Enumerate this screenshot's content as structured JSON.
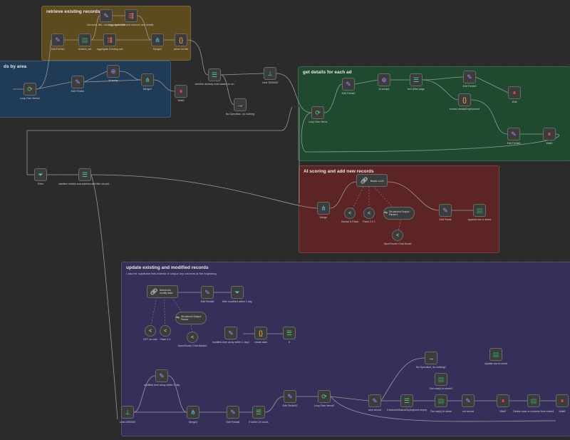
{
  "groups": {
    "retrieve": {
      "title": "retrieve existing records"
    },
    "area": {
      "title": "ds by area"
    },
    "details": {
      "title": "get details for each ad"
    },
    "ai": {
      "title": "AI scoring and add new records"
    },
    "update": {
      "title": "update existing and modified records",
      "subtitle": "• also for supabase lists instead of unique key columns at the beginning"
    }
  },
  "nodes": {
    "edit_fields": {
      "label": "Edit Fields4"
    },
    "retrieve_set": {
      "label": "retrieve_set"
    },
    "agg_title": {
      "label": "Job area, title, columns, and detail"
    },
    "agg_details": {
      "label": "Aggregate title and columns and details"
    },
    "agg_existing": {
      "label": "Aggregate Existing ads"
    },
    "merge2": {
      "label": "Merge2"
    },
    "parse_json": {
      "label": "parse ext file"
    },
    "loop_area": {
      "label": "Loop Over Items1"
    },
    "edit_fields1": {
      "label": "Edit Fields1"
    },
    "ai_scrap": {
      "label": "AI scrap"
    },
    "merge": {
      "label": "Merge2"
    },
    "wait2": {
      "label": "Wait2"
    },
    "whether_exists": {
      "label": "whether already exist based on url"
    },
    "no_op": {
      "label": "No Operation, do nothing"
    },
    "limit": {
      "label": "Limit 1000000"
    },
    "loop_details": {
      "label": "Loop Over Items"
    },
    "edit_fields2": {
      "label": "Edit Fields2"
    },
    "ai_scrap1": {
      "label": "AI scrap1"
    },
    "text_filter": {
      "label": "text (filter page"
    },
    "edit_fields3": {
      "label": "Edit Fields3"
    },
    "extract": {
      "label": "extract detailsEmployment"
    },
    "wait": {
      "label": "Wait"
    },
    "edit_fields5": {
      "label": "Edit Fields5"
    },
    "wait1": {
      "label": "Wait1"
    },
    "filter": {
      "label": "Filter"
    },
    "whether_details": {
      "label": "whether details and address and title should..."
    },
    "merge_ai": {
      "label": "Merge"
    },
    "basic_llm": {
      "label": "Basic LLM"
    },
    "gemini": {
      "label": "Gemini & Flash"
    },
    "flash": {
      "label": "Flash 2.0 1"
    },
    "structured": {
      "label": "Structured Output Parser1"
    },
    "openrouter": {
      "label": "OpenRouter Chat Model"
    },
    "edit_fields_ai": {
      "label": "Edit Fields"
    },
    "append": {
      "label": "Append row in sheet"
    },
    "determine": {
      "label": "determine modify data"
    },
    "edit_fields6": {
      "label": "Edit Fields6"
    },
    "filter_modified": {
      "label": "filter modified within 1 day"
    },
    "gpt": {
      "label": "GPT 4o-mini"
    },
    "flash2": {
      "label": "Flash 2.0"
    },
    "structured2": {
      "label": "Structured Output Parser"
    },
    "openrouter2": {
      "label": "OpenRouter Chat Model1"
    },
    "modified_array": {
      "label": "modified time array within 1 day1"
    },
    "create_date": {
      "label": "create date"
    },
    "if_node": {
      "label": "If"
    },
    "no_op2": {
      "label": "No Operation, do nothing1"
    },
    "update_row": {
      "label": "Update row in sheet"
    },
    "modified_array2": {
      "label": "modified time array within 1 day"
    },
    "limit2": {
      "label": "Limit 1000000"
    },
    "merge3": {
      "label": "Merge3"
    },
    "edit_fields8": {
      "label": "Edit Fields8"
    },
    "if_within": {
      "label": "If within 24 hours"
    },
    "edit_fields10": {
      "label": "Edit Fields10"
    },
    "loop_items2": {
      "label": "Loop Over Items2"
    },
    "new_record": {
      "label": "new record"
    },
    "if_checked": {
      "label": "if checkedStatusDeployment empty"
    },
    "get_rows": {
      "label": "Get row(s) in sheet1"
    },
    "get_rows2": {
      "label": "Get row(s) in sheet"
    },
    "old_record": {
      "label": "old record"
    },
    "wait7": {
      "label": "Wait7"
    },
    "delete_rows": {
      "label": "Delete rows or columns from sheet1"
    },
    "wait_edge": {
      "label": "Wait6"
    }
  },
  "colors": {
    "retrieve": "#5c4b1e",
    "area": "#1f3b55",
    "details": "#1f4a30",
    "ai": "#5c2424",
    "update": "#35305a"
  }
}
